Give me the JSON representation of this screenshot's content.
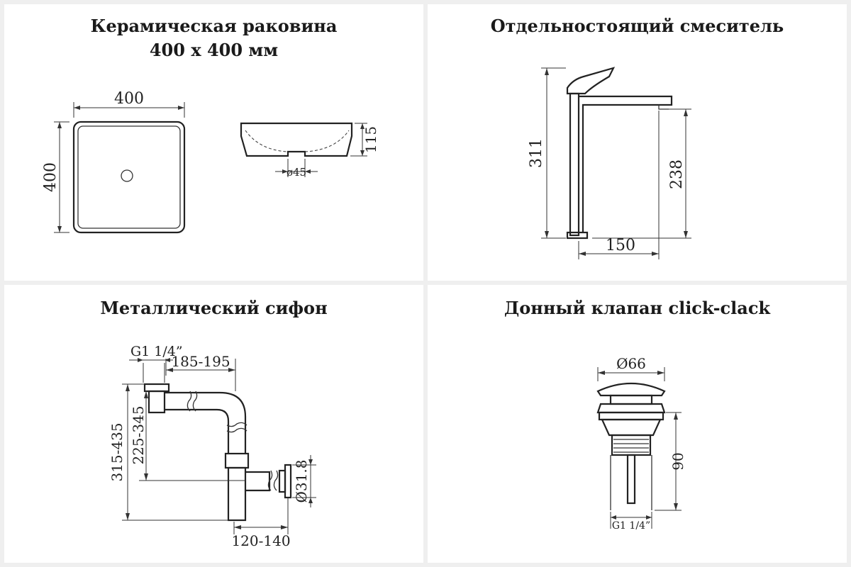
{
  "panels": {
    "sink": {
      "title_line1": "Керамическая раковина",
      "title_line2": "400 x 400 мм",
      "dim_width": "400",
      "dim_height": "400",
      "dim_depth": "115",
      "dim_drain": "ø45"
    },
    "faucet": {
      "title": "Отдельностоящий смеситель",
      "dim_total_height": "311",
      "dim_spout_height": "238",
      "dim_reach": "150"
    },
    "siphon": {
      "title": "Металлический сифон",
      "dim_thread": "G1 1/4”",
      "dim_horizontal": "185-195",
      "dim_total": "315-435",
      "dim_inner": "225-345",
      "dim_outlet": "Ø31.8",
      "dim_bottom": "120-140"
    },
    "valve": {
      "title": "Донный клапан click-clack",
      "dim_cap": "Ø66",
      "dim_length": "90",
      "dim_thread": "G1 1/4”"
    }
  }
}
